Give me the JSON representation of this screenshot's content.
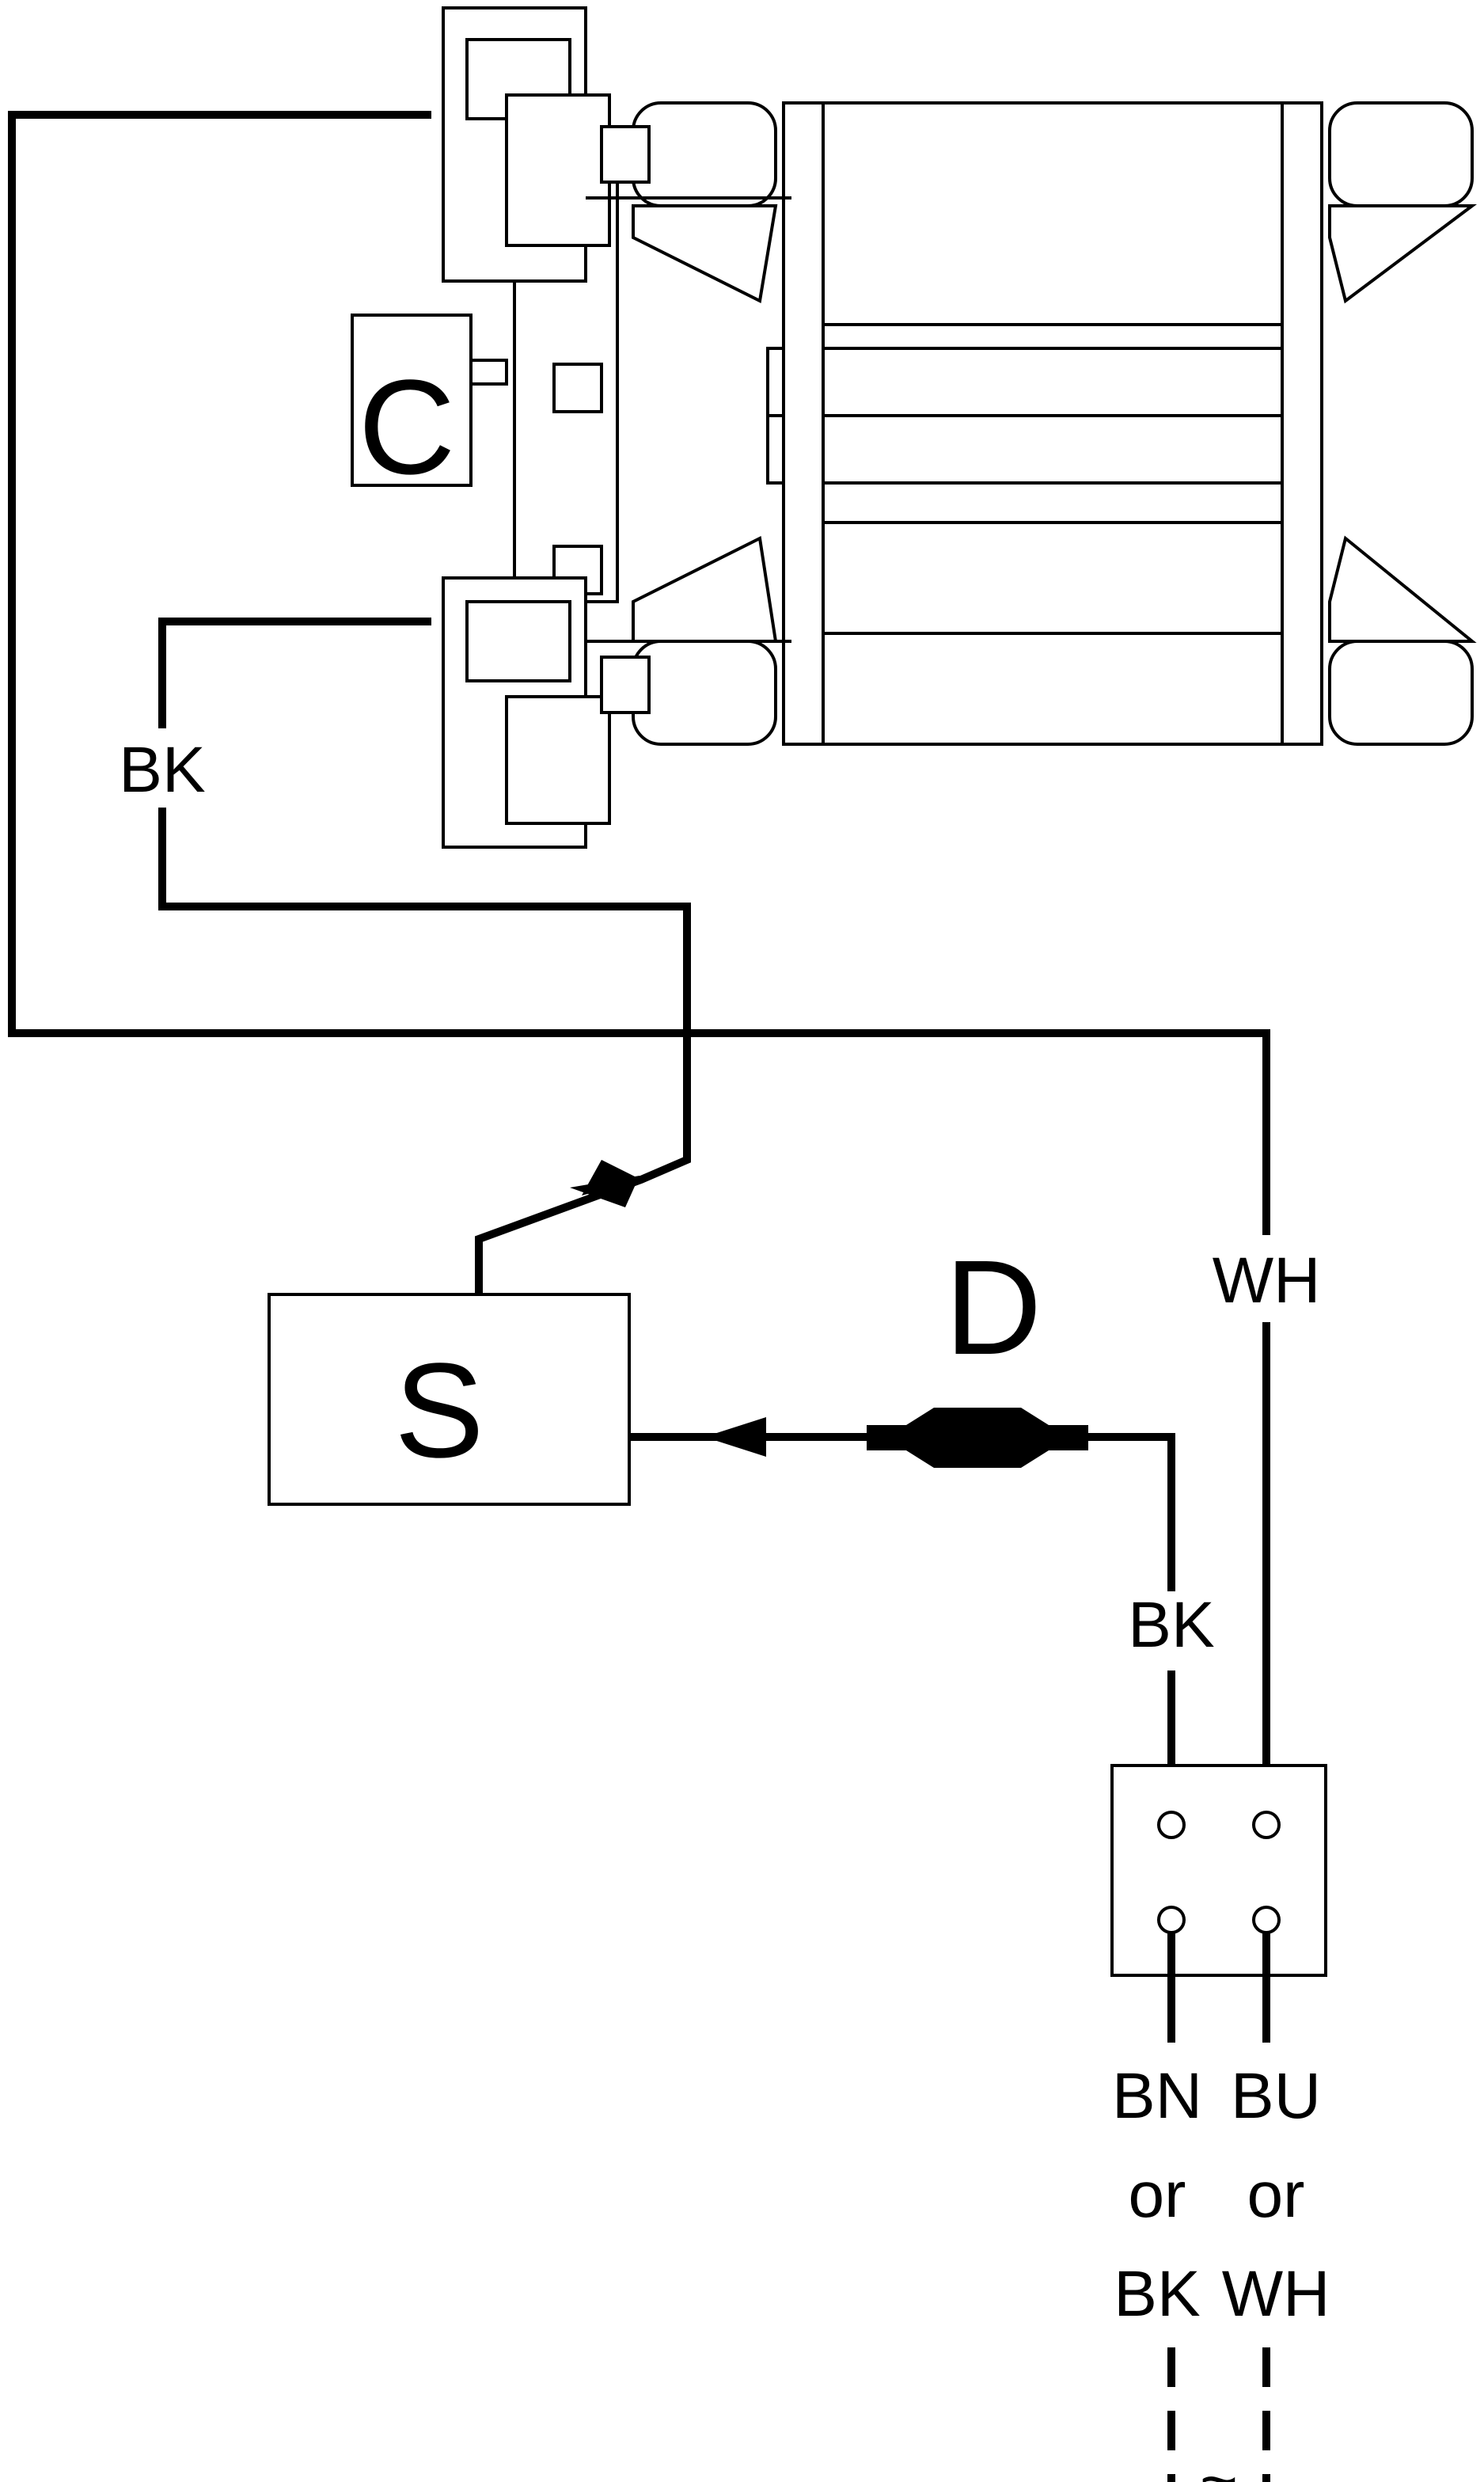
{
  "labels": {
    "capacitor": "C",
    "switch": "S",
    "diode": "D",
    "wire_motor_to_switch": "BK",
    "wire_neutral": "WH",
    "wire_diode_to_block": "BK",
    "supply_left": [
      "BN",
      "or",
      "BK"
    ],
    "supply_right": [
      "BU",
      "or",
      "WH"
    ],
    "ac_symbol": "~"
  }
}
